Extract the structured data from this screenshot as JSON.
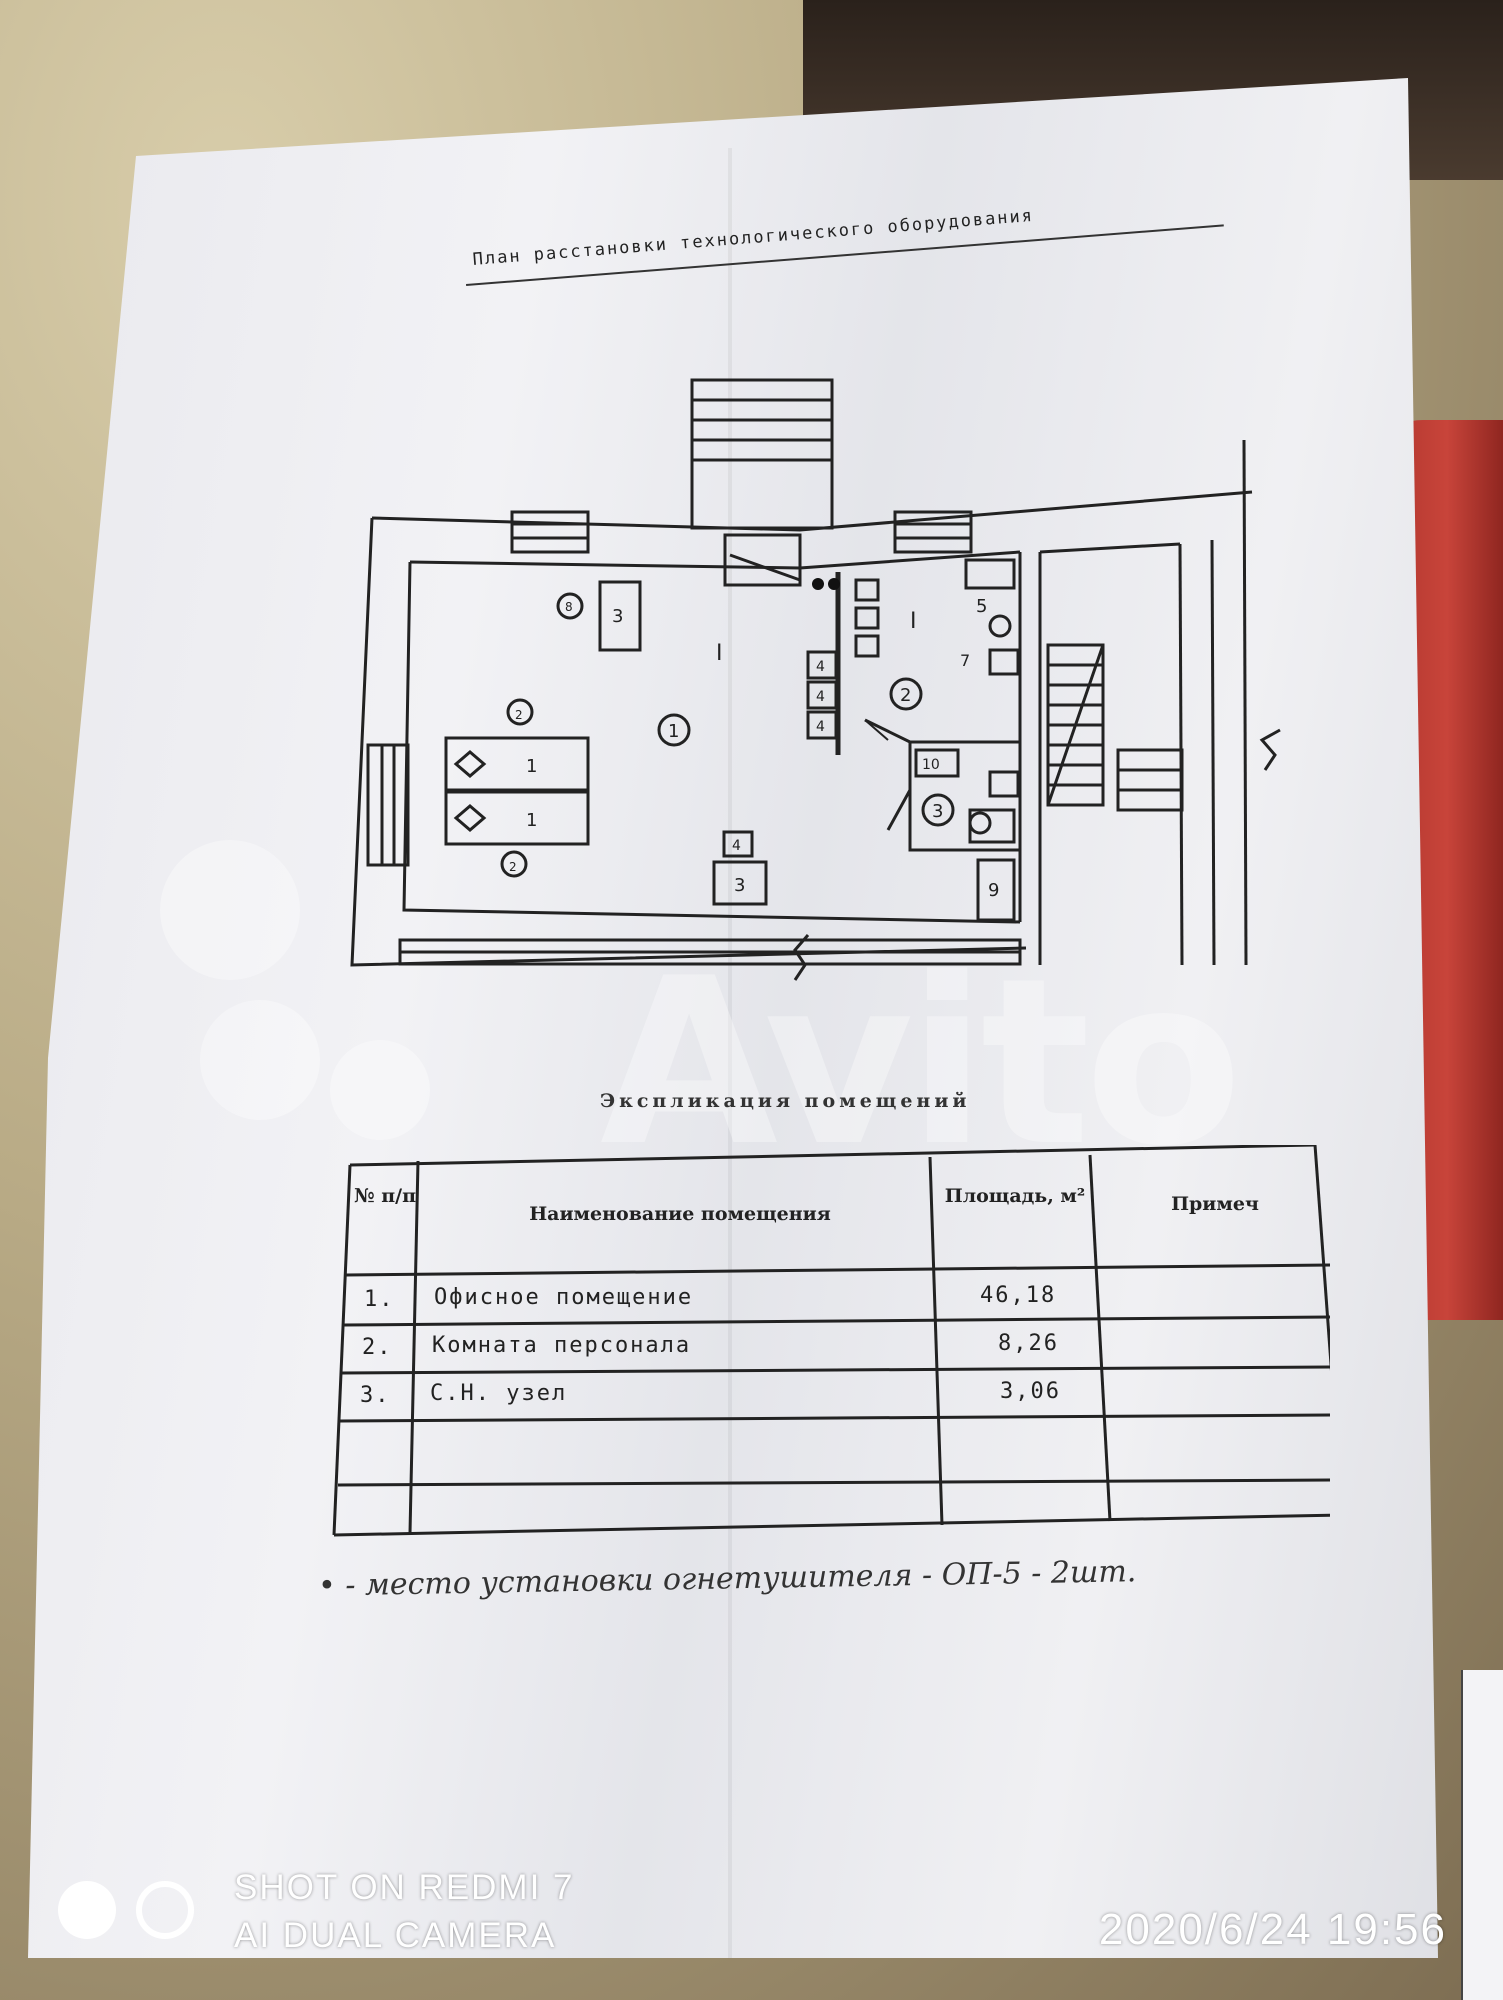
{
  "document": {
    "title": "План расстановки технологического оборудования",
    "explication_title": "Экспликация помещений",
    "table": {
      "headers": [
        "№ п/п",
        "Наименование помещения",
        "Площадь, м²",
        "Примеч"
      ],
      "rows": [
        {
          "num": "1.",
          "name": "Офисное помещение",
          "area": "46,18",
          "note": ""
        },
        {
          "num": "2.",
          "name": "Комната персонала",
          "area": "8,26",
          "note": ""
        },
        {
          "num": "3.",
          "name": "С.Н. узел",
          "area": "3,06",
          "note": ""
        },
        {
          "num": "",
          "name": "",
          "area": "",
          "note": ""
        },
        {
          "num": "",
          "name": "",
          "area": "",
          "note": ""
        }
      ]
    },
    "footnote": "• - место установки огнетушителя - ОП-5 - 2шт."
  },
  "plan": {
    "room_numbers": [
      "1",
      "2",
      "3"
    ],
    "labels": {
      "roman_one": "I",
      "equip_3": "3",
      "equip_1": "1",
      "equip_4": "4",
      "equip_5": "5",
      "equip_7": "7",
      "equip_9": "9",
      "equip_10": "10",
      "equip_2": "2",
      "equip_8": "8"
    }
  },
  "watermark": {
    "text": "Avito"
  },
  "camera": {
    "line1": "SHOT ON REDMI 7",
    "line2": "AI DUAL CAMERA",
    "timestamp": "2020/6/24  19:56",
    "dot_color": "#ffffff"
  }
}
